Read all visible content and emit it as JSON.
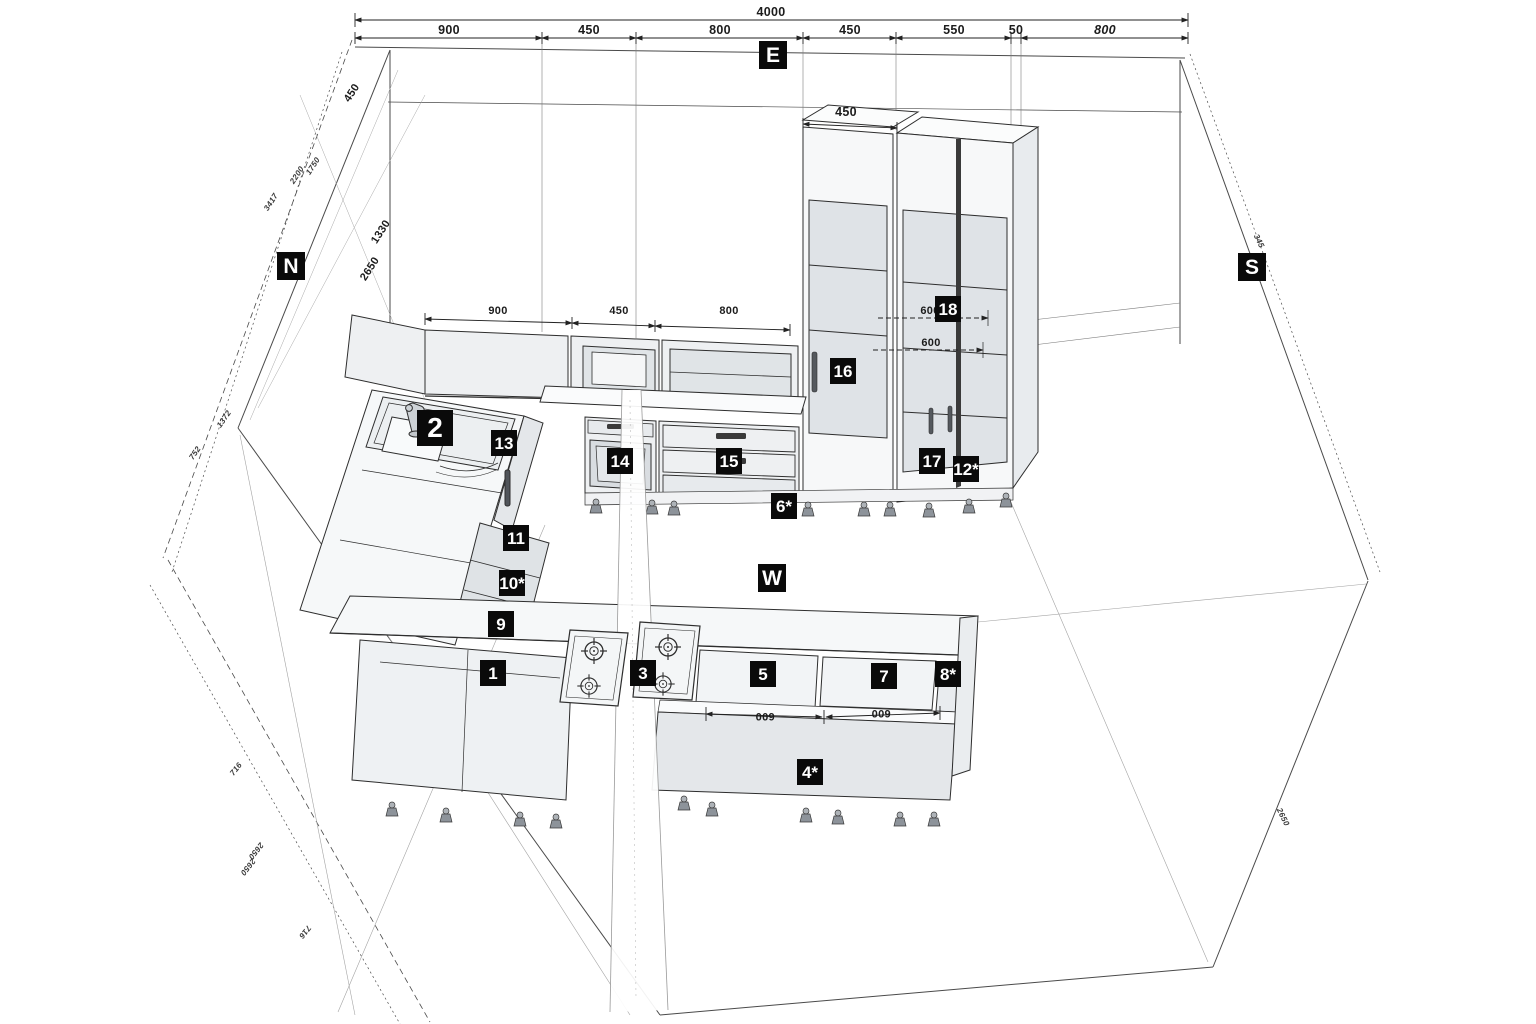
{
  "meta": {
    "drawing_type": "kitchen 3D perspective technical drawing",
    "colors": {
      "background": "#ffffff",
      "line": "#3c3c3c",
      "thin_line": "#9b9b9b",
      "badge_bg": "#0a0a0a",
      "badge_fg": "#ffffff",
      "cabinet_fill": "#eef0f2",
      "interior_fill": "#dfe3e7",
      "counter_fill": "#f7f9fa"
    }
  },
  "walls": {
    "east": "E",
    "north": "N",
    "south": "S",
    "west": "W"
  },
  "badges": {
    "items": [
      {
        "label": "1"
      },
      {
        "label": "2"
      },
      {
        "label": "3"
      },
      {
        "label": "4*"
      },
      {
        "label": "5"
      },
      {
        "label": "6*"
      },
      {
        "label": "7"
      },
      {
        "label": "8*"
      },
      {
        "label": "9"
      },
      {
        "label": "10*"
      },
      {
        "label": "11"
      },
      {
        "label": "12*"
      },
      {
        "label": "13"
      },
      {
        "label": "14"
      },
      {
        "label": "15"
      },
      {
        "label": "16"
      },
      {
        "label": "17"
      },
      {
        "label": "18"
      }
    ]
  },
  "dims": {
    "total": "4000",
    "top": [
      "900",
      "450",
      "800",
      "450",
      "550",
      "50",
      "800"
    ],
    "tall_depth": "450",
    "wall_cabinets": [
      "900",
      "450",
      "800"
    ],
    "tall_interior": [
      "600",
      "600"
    ],
    "island": [
      "600",
      "600"
    ],
    "left": [
      "450",
      "1750",
      "2200",
      "3417",
      "1330",
      "2650",
      "1372",
      "752"
    ],
    "left_bottom": [
      "716",
      "2650",
      "2650",
      "716"
    ],
    "right": [
      "345",
      "2650"
    ]
  }
}
